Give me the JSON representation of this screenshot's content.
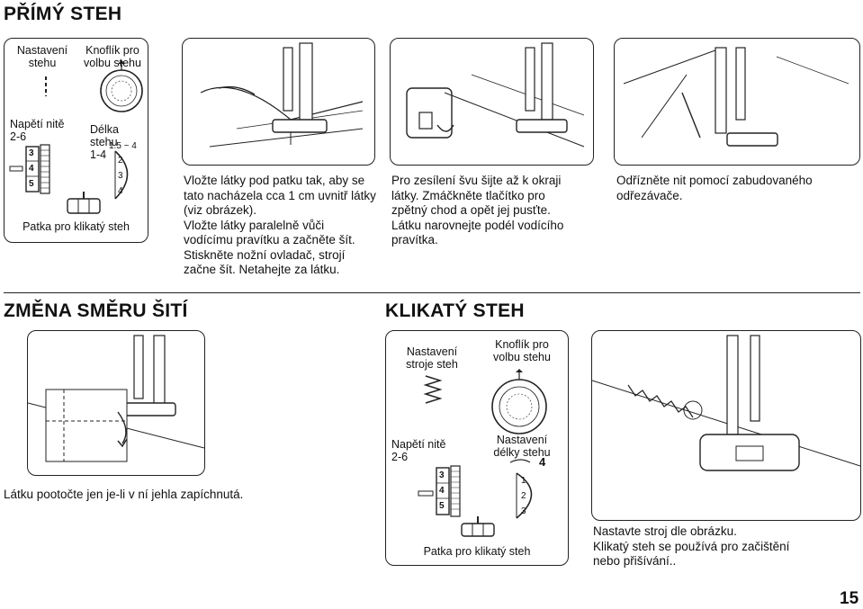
{
  "section1": {
    "title": "PŘÍMÝ STEH",
    "panel": {
      "stitch_setting": "Nastavení\nstehu",
      "stitch_knob": "Knoflík pro\nvolbu stehu",
      "thread_tension": "Napětí nitě\n2-6",
      "stitch_length": "Délka stehu\n1-4",
      "length_range": "1.5 ~ 4",
      "length_marks": [
        "2",
        "3",
        "4"
      ],
      "tension_marks": [
        "3",
        "4",
        "5"
      ],
      "presser_foot": "Patka pro klikatý steh"
    },
    "step1": "Vložte látky pod patku tak, aby se\ntato nacházela cca 1 cm uvnitř látky\n(viz obrázek).\nVložte látky paralelně vůči\nvodícímu pravítku a začněte šít.\nStiskněte nožní ovladač, strojí\nzačne šít. Netahejte za látku.",
    "step2": "Pro zesílení švu šijte až k okraji\nlátky. Zmáčkněte tlačítko pro\nzpětný chod a opět jej pusťte.\nLátku narovnejte podél vodícího\npravítka.",
    "step3": "Odřízněte nit pomocí zabudovaného\nodřezávače."
  },
  "section2": {
    "title": "ZMĚNA SMĚRU ŠITÍ",
    "caption": "Látku pootočte jen je-li v ní jehla zapíchnutá."
  },
  "section3": {
    "title": "KLIKATÝ STEH",
    "panel": {
      "machine_setting": "Nastavení\nstroje steh",
      "stitch_knob": "Knoflík pro\nvolbu stehu",
      "thread_tension": "Napětí nitě\n2-6",
      "length_setting": "Nastavení\ndélky stehu",
      "length_value": "4",
      "length_marks": [
        "1",
        "2",
        "3"
      ],
      "tension_marks": [
        "3",
        "4",
        "5"
      ],
      "presser_foot": "Patka pro klikatý steh"
    },
    "caption": "Nastavte stroj dle obrázku.\nKlikatý steh se používá pro začištění\nnebo přišívání.."
  },
  "page_number": "15"
}
